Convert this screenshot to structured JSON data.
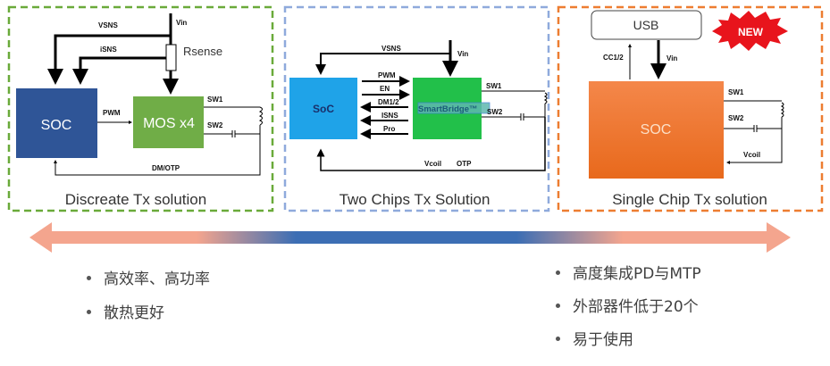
{
  "panels": {
    "discrete": {
      "title": "Discreate Tx solution",
      "border_color": "#6aaa3a",
      "soc_label": "SOC",
      "mos_label": "MOS x4",
      "rsense_label": "Rsense",
      "signals": {
        "vin": "Vin",
        "vsns": "VSNS",
        "isns": "iSNS",
        "pwm": "PWM",
        "sw1": "SW1",
        "sw2": "SW2",
        "feedback": "DM/OTP"
      },
      "colors": {
        "soc": "#2f5597",
        "mos": "#70ad47"
      }
    },
    "two_chip": {
      "title": "Two Chips Tx Solution",
      "border_color": "#8faadc",
      "soc_label": "SoC",
      "bridge_label": "SmartBridge™",
      "signals": {
        "vin": "Vin",
        "vsns": "VSNS",
        "pwm": "PWM",
        "en": "EN",
        "dm": "DM1/2",
        "isns": "ISNS",
        "pro": "Pro",
        "sw1": "SW1",
        "sw2": "SW2",
        "vcoil": "Vcoil",
        "otp": "OTP"
      },
      "colors": {
        "soc": "#1fa3e8",
        "bridge": "#22c04a"
      }
    },
    "single": {
      "title": "Single Chip Tx solution",
      "border_color": "#ed7d31",
      "usb_label": "USB",
      "soc_label": "SOC",
      "badge": "NEW",
      "signals": {
        "vin": "Vin",
        "cc": "CC1/2",
        "sw1": "SW1",
        "sw2": "SW2",
        "vcoil": "Vcoil"
      },
      "colors": {
        "soc": "#f07a2a",
        "badge": "#e8141c"
      }
    }
  },
  "arrow": {
    "end_color": "#f4a58e",
    "middle_color": "#3c6eb4"
  },
  "left_bullets": [
    "高效率、高功率",
    "散热更好"
  ],
  "right_bullets": [
    "高度集成PD与MTP",
    "外部器件低于20个",
    "易于使用"
  ]
}
